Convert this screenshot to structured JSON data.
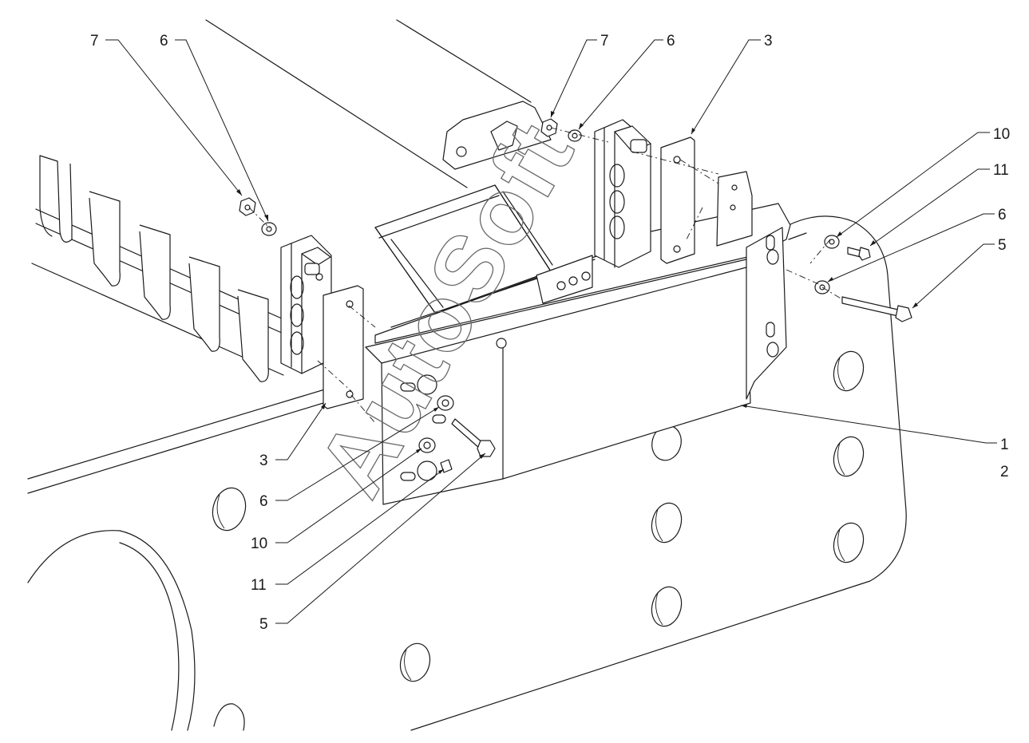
{
  "watermark": "AutoSoft",
  "callouts": [
    {
      "id": "c1",
      "label": "7"
    },
    {
      "id": "c2",
      "label": "6"
    },
    {
      "id": "c3",
      "label": "7"
    },
    {
      "id": "c4",
      "label": "6"
    },
    {
      "id": "c5",
      "label": "3"
    },
    {
      "id": "c6",
      "label": "10"
    },
    {
      "id": "c7",
      "label": "11"
    },
    {
      "id": "c8",
      "label": "6"
    },
    {
      "id": "c9",
      "label": "5"
    },
    {
      "id": "c10",
      "label": "1"
    },
    {
      "id": "c11",
      "label": "2"
    },
    {
      "id": "c12",
      "label": "3"
    },
    {
      "id": "c13",
      "label": "6"
    },
    {
      "id": "c14",
      "label": "10"
    },
    {
      "id": "c15",
      "label": "11"
    },
    {
      "id": "c16",
      "label": "5"
    }
  ]
}
